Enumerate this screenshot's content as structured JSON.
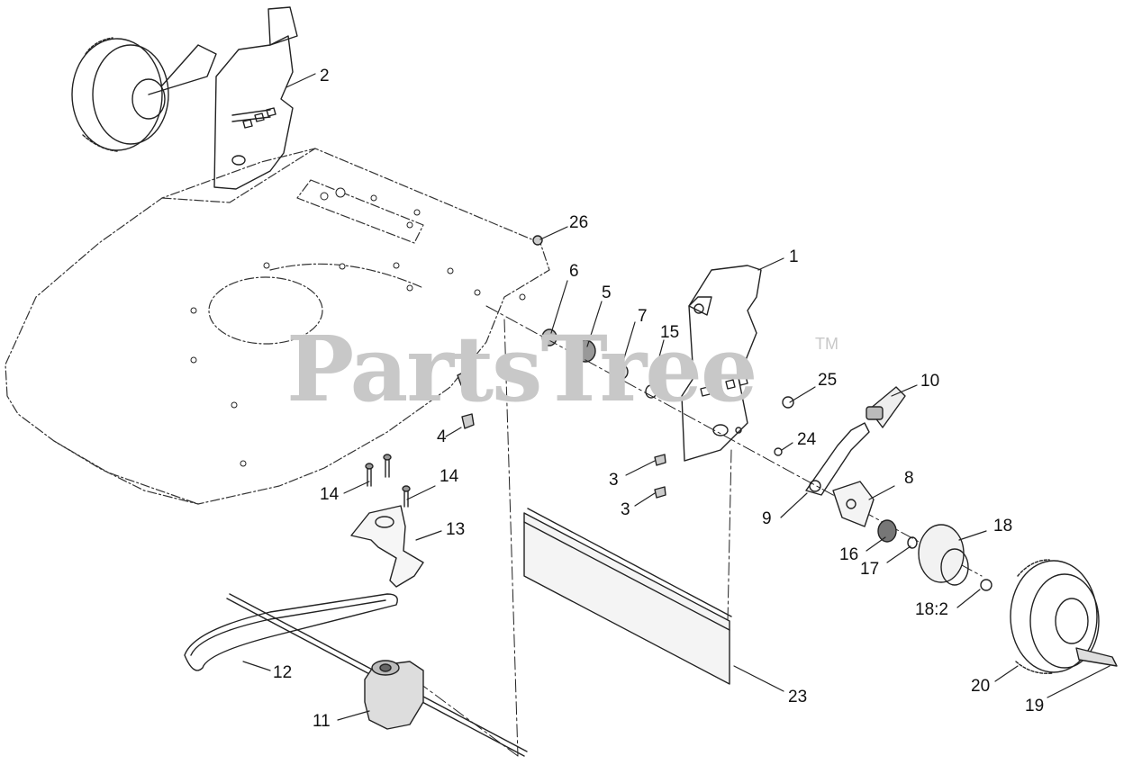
{
  "watermark": {
    "text": "PartsTree",
    "trademark": "TM"
  },
  "callouts": [
    {
      "id": "2",
      "label": "2"
    },
    {
      "id": "26",
      "label": "26"
    },
    {
      "id": "1",
      "label": "1"
    },
    {
      "id": "6",
      "label": "6"
    },
    {
      "id": "5",
      "label": "5"
    },
    {
      "id": "7",
      "label": "7"
    },
    {
      "id": "15",
      "label": "15"
    },
    {
      "id": "25",
      "label": "25"
    },
    {
      "id": "10",
      "label": "10"
    },
    {
      "id": "24",
      "label": "24"
    },
    {
      "id": "4",
      "label": "4"
    },
    {
      "id": "3a",
      "label": "3"
    },
    {
      "id": "3b",
      "label": "3"
    },
    {
      "id": "8",
      "label": "8"
    },
    {
      "id": "9",
      "label": "9"
    },
    {
      "id": "14a",
      "label": "14"
    },
    {
      "id": "14b",
      "label": "14"
    },
    {
      "id": "13",
      "label": "13"
    },
    {
      "id": "18",
      "label": "18"
    },
    {
      "id": "16",
      "label": "16"
    },
    {
      "id": "17",
      "label": "17"
    },
    {
      "id": "18-2",
      "label": "18:2"
    },
    {
      "id": "12",
      "label": "12"
    },
    {
      "id": "23",
      "label": "23"
    },
    {
      "id": "20",
      "label": "20"
    },
    {
      "id": "19",
      "label": "19"
    },
    {
      "id": "11",
      "label": "11"
    }
  ]
}
